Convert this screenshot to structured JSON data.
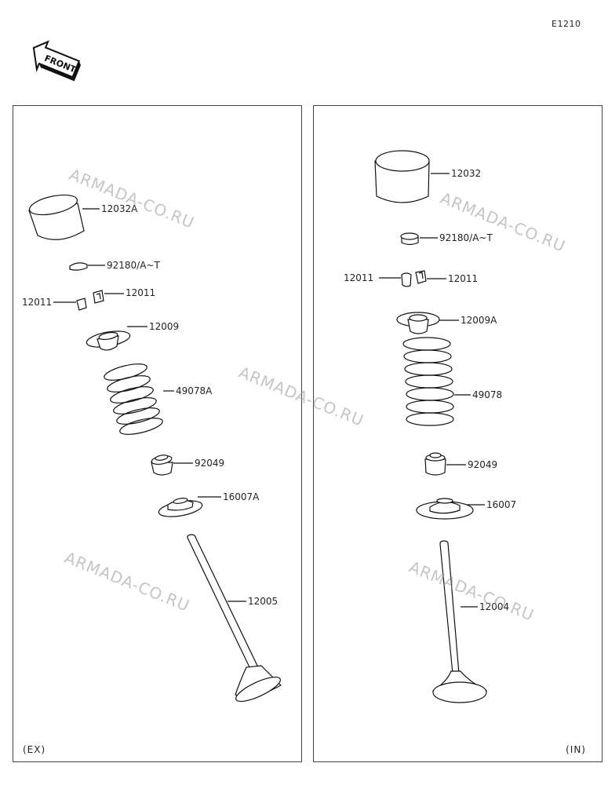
{
  "page_code": "E1210",
  "front_label": "FRONT",
  "watermark": "ARMADA-CO.RU",
  "panels": {
    "ex": {
      "tag": "(EX)"
    },
    "in": {
      "tag": "(IN)"
    }
  },
  "parts_ex": {
    "lifter": "12032A",
    "shim": "92180/A~T",
    "cotter_left": "12011",
    "cotter_right": "12011",
    "retainer": "12009",
    "spring": "49078A",
    "seal": "92049",
    "spring_seat": "16007A",
    "valve": "12005"
  },
  "parts_in": {
    "lifter": "12032",
    "shim": "92180/A~T",
    "cotter_left": "12011",
    "cotter_right": "12011",
    "retainer": "12009A",
    "spring": "49078",
    "seal": "92049",
    "spring_seat": "16007",
    "valve": "12004"
  }
}
